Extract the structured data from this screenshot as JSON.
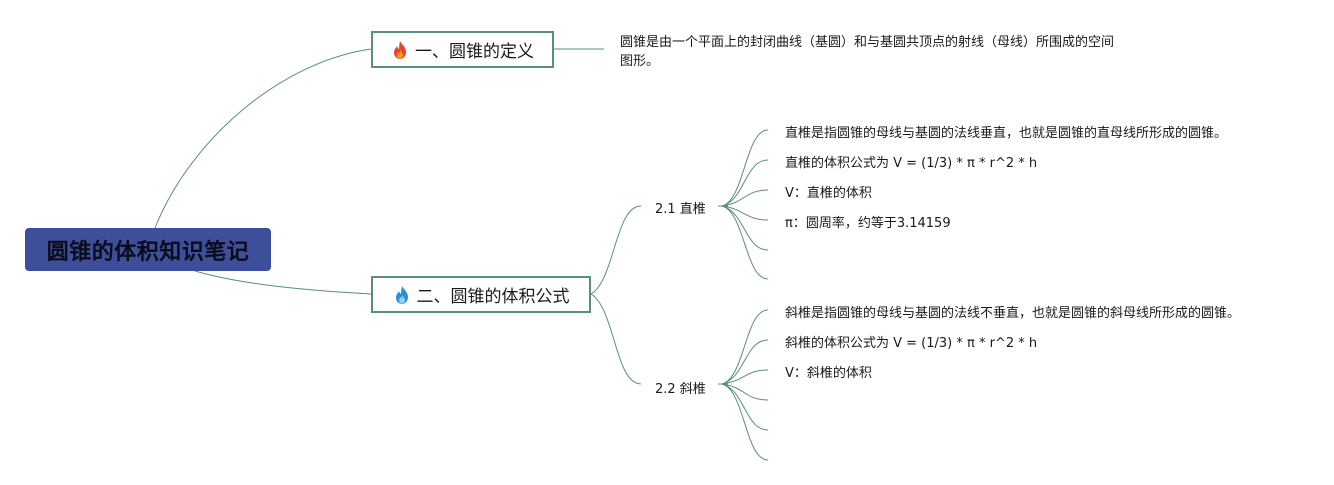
{
  "root": {
    "title": "圆锥的体积知识笔记"
  },
  "topics": [
    {
      "label": "一、圆锥的定义",
      "icon": "flame-red-icon",
      "icon_color": "#e8452c",
      "note": "圆锥是由一个平面上的封闭曲线（基圆）和与基圆共顶点的射线（母线）所围成的空间图形。"
    },
    {
      "label": "二、圆锥的体积公式",
      "icon": "flame-blue-icon",
      "icon_color": "#2d8fd8",
      "subtopics": [
        {
          "label": "2.1 直椎",
          "items": [
            "直椎是指圆锥的母线与基圆的法线垂直，也就是圆锥的直母线所形成的圆锥。",
            "直椎的体积公式为 V = (1/3) * π * r^2 * h",
            "V：直椎的体积",
            "π：圆周率，约等于3.14159",
            ""
          ]
        },
        {
          "label": "2.2 斜椎",
          "items": [
            "斜椎是指圆锥的母线与基圆的法线不垂直，也就是圆锥的斜母线所形成的圆锥。",
            "斜椎的体积公式为 V = (1/3) * π * r^2 * h",
            "V：斜椎的体积",
            "",
            "",
            ""
          ]
        }
      ]
    }
  ],
  "colors": {
    "root_bg": "#3d4e9a",
    "line": "#5a8f7b",
    "border": "#5a8f7b"
  }
}
